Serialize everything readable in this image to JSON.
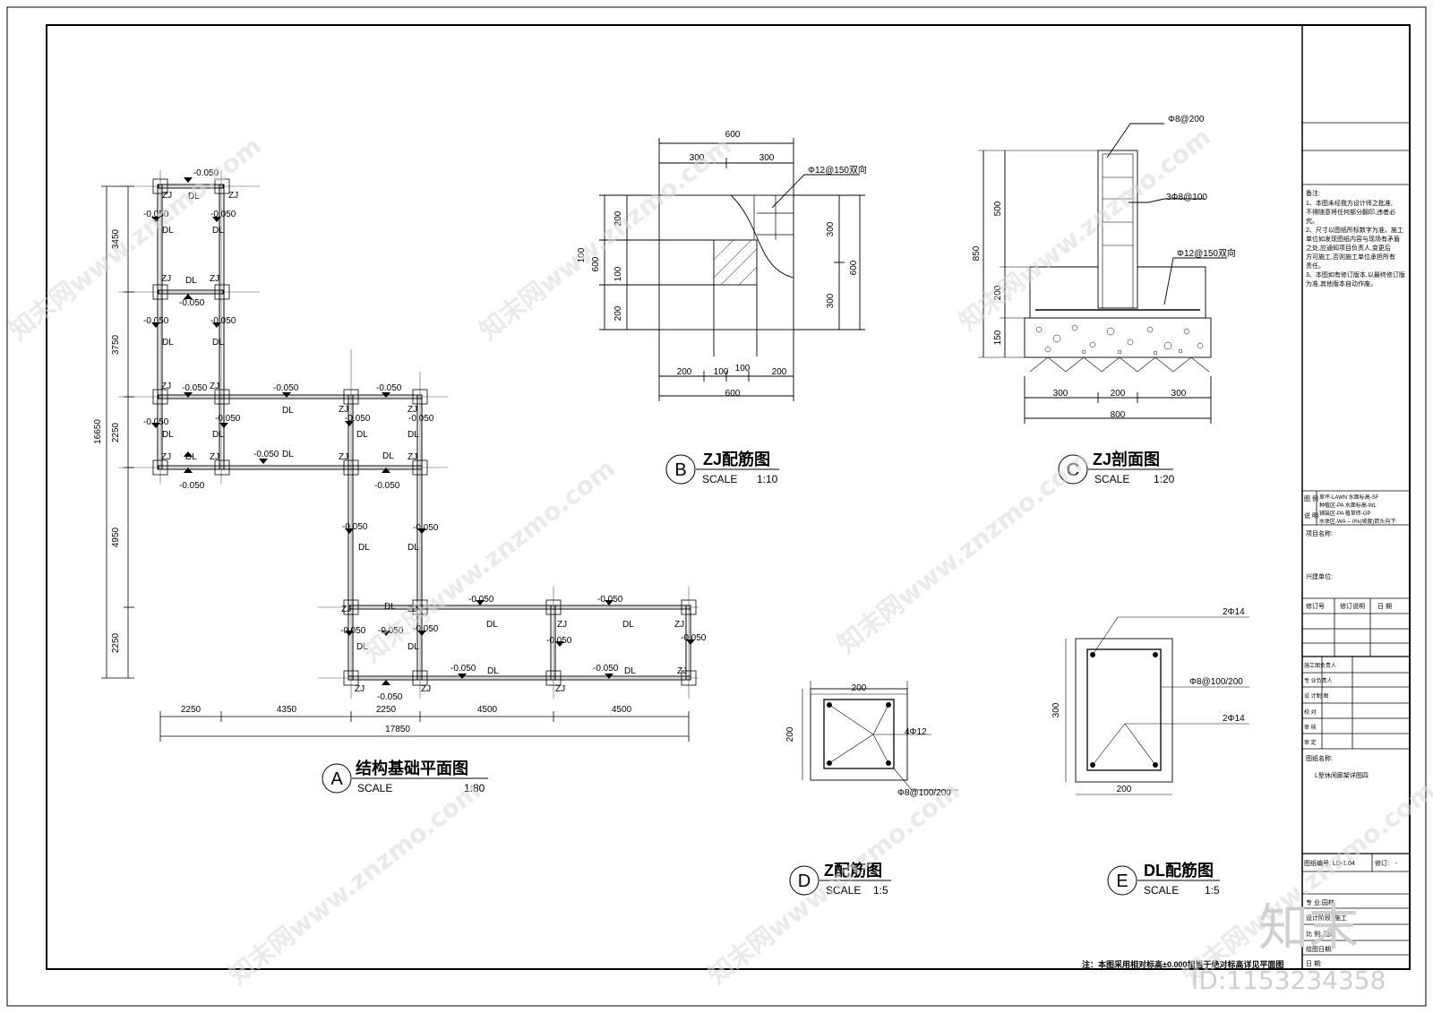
{
  "watermark": {
    "text": "知末网www.znzmo.com",
    "brand": "知末",
    "id_text": "ID:1153234358"
  },
  "plan_a": {
    "circle": "A",
    "title": "结构基础平面图",
    "scale_word": "SCALE",
    "scale": "1:80",
    "dims_bottom": [
      "2250",
      "4350",
      "2250",
      "4500",
      "4500"
    ],
    "total_bottom": "17850",
    "dims_left": [
      "3450",
      "3750",
      "2250",
      "4950",
      "2250"
    ],
    "total_left": "16650",
    "elev": "-0.050",
    "lbl_zj": "ZJ",
    "lbl_z": "Z",
    "lbl_dl": "DL"
  },
  "detail_b": {
    "circle": "B",
    "title": "ZJ配筋图",
    "scale_word": "SCALE",
    "scale": "1:10",
    "top_total": "600",
    "top_a": "300",
    "top_b": "300",
    "left_a": "200",
    "left_b": "100",
    "left_c": "200",
    "left_total": "600",
    "left_100": "100",
    "right_a": "300",
    "right_b": "300",
    "right_total": "600",
    "bot_a": "200",
    "bot_b": "100",
    "bot_c": "100",
    "bot_d": "200",
    "bot_total": "600",
    "rebar": "Φ12@150双向"
  },
  "detail_c": {
    "circle": "C",
    "title": "ZJ剖面图",
    "scale_word": "SCALE",
    "scale": "1:20",
    "stirrup_top": "Φ8@200",
    "stirrup": "3Φ8@100",
    "base_rebar": "Φ12@150双向",
    "v_500": "500",
    "v_200": "200",
    "v_150": "150",
    "v_total": "850",
    "h_300a": "300",
    "h_200": "200",
    "h_300b": "300",
    "h_total": "800"
  },
  "detail_d": {
    "circle": "D",
    "title": "Z配筋图",
    "scale_word": "SCALE",
    "scale": "1:5",
    "width": "200",
    "height": "200",
    "main_bar": "4Φ12",
    "stirrup": "Φ8@100/200"
  },
  "detail_e": {
    "circle": "E",
    "title": "DL配筋图",
    "scale_word": "SCALE",
    "scale": "1:5",
    "top_bar": "2Φ14",
    "stirrup": "Φ8@100/200",
    "bot_bar": "2Φ14",
    "height": "300",
    "width": "200"
  },
  "footnote": "注：本图采用相对标高±0.000相当于绝对标高详见平面图",
  "title_block": {
    "notes_head": "备注:",
    "notes": [
      "1、本图未经我方设计师之批准,",
      "不得随意将任何部分翻印,违者必",
      "究。",
      "2、尺寸以图纸所标数字为准。施工",
      "单位如发现图纸内容与现场有矛盾",
      "之处,应通知项目负责人,变更后",
      "方可施工,否则施工单位承担所有",
      "责任。",
      "3、本图如有修订版本,以最终修订版",
      "为准,其他版本自动作废。"
    ],
    "legend_label_1": "图 例",
    "legend_label_2": "说 明",
    "legend_rows": [
      "草坪-LAWN      水面标高-SF",
      "种植区-PA       水面标高-WL",
      "铺装区-PA       植草砖-GP",
      "水体区-WA  ─ 0%(坡度)箭头向下"
    ],
    "project_name": "项目名称:",
    "client": "兴建单位:",
    "rev_headers": [
      "修订号",
      "修订说明",
      "日 期"
    ],
    "signers": [
      "施工图负责人",
      "专 业负责人",
      "设 计制 图",
      "校 对",
      "审 核",
      "审 定"
    ],
    "drawing_name_label": "图纸名称:",
    "drawing_name": "L型休闲廊架详图四",
    "drawing_no_label": "图纸编号:",
    "drawing_no": "LD-1.04",
    "revision_label": "修订:",
    "revision": "-",
    "bottom_rows": [
      "专 业:园林",
      "设计阶段: 施工",
      "比 例: 图示",
      "绘图日期:",
      "日 期:"
    ]
  }
}
